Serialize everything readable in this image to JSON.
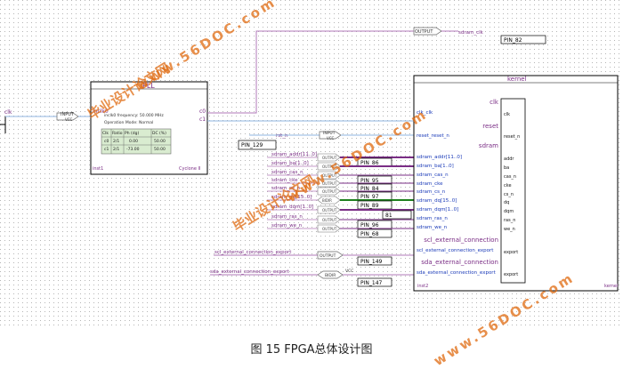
{
  "caption": "图 15 FPGA总体设计图",
  "pll": {
    "title": "PLL",
    "inclk_port": "inclk0",
    "c0": "c0",
    "c1": "c1",
    "info1": "inclk0 frequency: 50.000 MHz",
    "info2": "Operation Mode: Normal",
    "table_header": [
      "Clk",
      "Ratio",
      "Ph (dg)",
      "DC (%)"
    ],
    "table_rows": [
      [
        "c0",
        "2/1",
        "0.00",
        "50.00"
      ],
      [
        "c1",
        "2/1",
        "-73.00",
        "50.00"
      ]
    ],
    "inst": "inst1",
    "device": "Cyclone II"
  },
  "clk_input": {
    "label": "clk",
    "type": "INPUT",
    "vcc": "VCC"
  },
  "sdram_clk_output": {
    "type": "OUTPUT",
    "label": "sdram_clk",
    "pin": "PIN_82"
  },
  "kernel": {
    "title": "kernel",
    "left_ports": [
      "clk",
      "clk_clk",
      "reset",
      "reset_reset_n",
      "sdram",
      "sdram_addr[11..0]",
      "sdram_ba[1..0]",
      "sdram_cas_n",
      "sdram_cke",
      "sdram_cs_n",
      "sdram_dq[15..0]",
      "sdram_dqm[1..0]",
      "sdram_ras_n",
      "sdram_we_n",
      "scl_external_connection",
      "scl_external_connection_export",
      "sda_external_connection",
      "sda_external_connection_export"
    ],
    "right_ports": [
      "clk",
      "reset_n",
      "addr",
      "ba",
      "cas_n",
      "cke",
      "cs_n",
      "dq",
      "dqm",
      "ras_n",
      "we_n",
      "export",
      "export"
    ],
    "inst": "inst2",
    "footer": "kernel"
  },
  "reset_input": {
    "label": "rst_n",
    "type": "INPUT",
    "vcc": "VCC",
    "pin": "PIN_129"
  },
  "sdram_signals": [
    "sdram_addr[11..0]",
    "sdram_ba[1..0]",
    "sdram_cas_n",
    "sdram_cke",
    "sdram_cs_n",
    "sdram_dq[15..0]",
    "sdram_dqm[1..0]",
    "sdram_ras_n",
    "sdram_we_n"
  ],
  "io_types": [
    "OUTPUT",
    "OUTPUT",
    "OUTPUT",
    "OUTPUT",
    "OUTPUT",
    "BIDIR",
    "OUTPUT",
    "OUTPUT",
    "OUTPUT"
  ],
  "sdram_pins": [
    "PIN_86",
    "",
    "PIN_95",
    "PIN_84",
    "PIN_97",
    "PIN_89",
    "81",
    "PIN_96",
    "PIN_68"
  ],
  "scl": {
    "label": "scl_external_connection_export",
    "type": "OUTPUT",
    "pin": "PIN_149"
  },
  "sda": {
    "label": "sda_external_connection_export",
    "type": "BIDIR",
    "vcc": "VCC",
    "pin": "PIN_147"
  },
  "watermarks": [
    "毕业设计论文网",
    "www.56DOC.com"
  ]
}
